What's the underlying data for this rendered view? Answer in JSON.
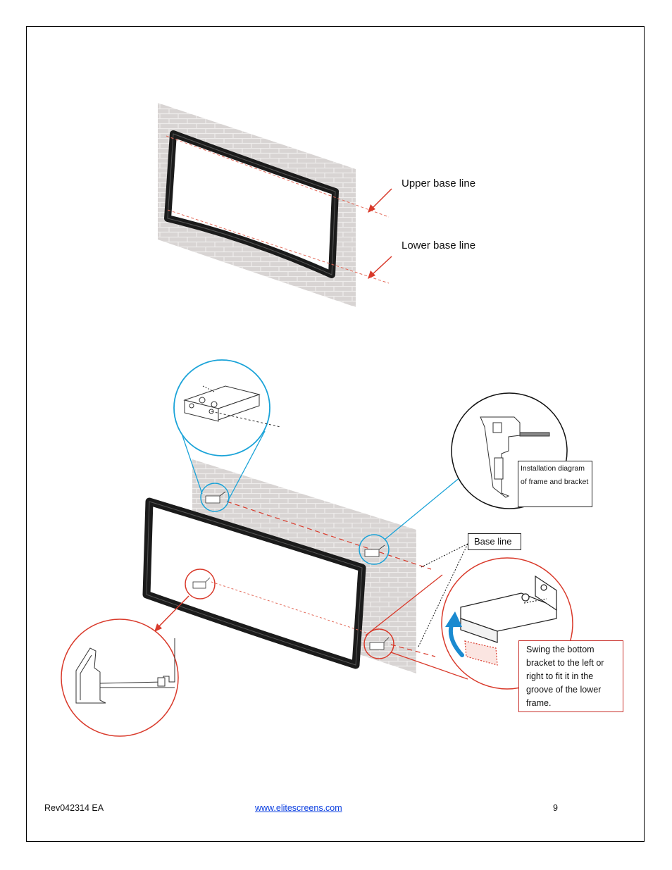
{
  "labels": {
    "upper_base_line": "Upper base line",
    "lower_base_line": "Lower base line",
    "installation_diagram": "Installation diagram of frame and bracket",
    "base_line": "Base line",
    "swing_instruction": "Swing the bottom bracket to the left or right to fit it in the groove of the lower frame."
  },
  "footer": {
    "revision": "Rev042314 EA",
    "website": "www.elitescreens.com",
    "page_number": "9"
  },
  "icons": {
    "top": "wall-with-frame-diagram",
    "bottom": "bracket-installation-diagram"
  },
  "colors": {
    "callout_red": "#d93a2b",
    "callout_blue": "#1aa3d8",
    "wall": "#d6d2d1",
    "frame": "#1b1b1b"
  }
}
